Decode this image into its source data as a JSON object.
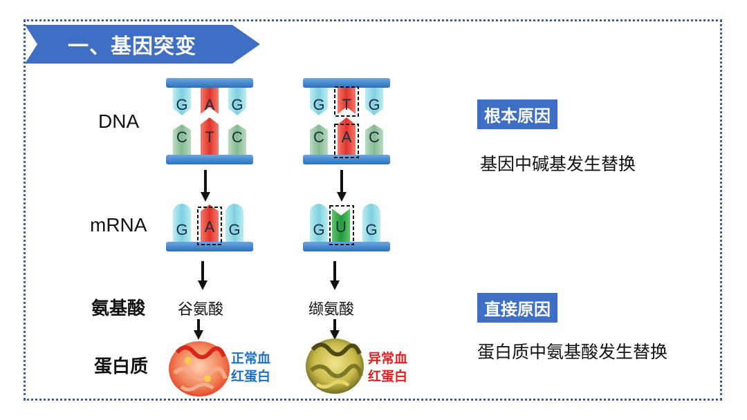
{
  "title": "一、基因突变",
  "rows": {
    "dna": "DNA",
    "mrna": "mRNA",
    "amino_acid": "氨基酸",
    "protein": "蛋白质"
  },
  "normal": {
    "dna_top": [
      "G",
      "A",
      "G"
    ],
    "dna_bottom": [
      "C",
      "T",
      "C"
    ],
    "mrna": [
      "G",
      "A",
      "G"
    ],
    "amino_acid": "谷氨酸",
    "protein_label_1": "正常血",
    "protein_label_2": "红蛋白"
  },
  "mutant": {
    "dna_top": [
      "G",
      "T",
      "G"
    ],
    "dna_bottom": [
      "C",
      "A",
      "C"
    ],
    "mrna": [
      "G",
      "U",
      "G"
    ],
    "amino_acid": "缬氨酸",
    "protein_label_1": "异常血",
    "protein_label_2": "红蛋白"
  },
  "fundamental": {
    "badge": "根本原因",
    "text": "基因中碱基发生替换"
  },
  "direct": {
    "badge": "直接原因",
    "text": "蛋白质中氨基酸发生替换"
  },
  "colors": {
    "frame": "#3b5fa3",
    "banner": "#3f6fc4",
    "rail": "#3e84cc",
    "base_g": "#8fd3e0",
    "base_c": "#8fbf9a",
    "base_red": "#e8433b",
    "base_green": "#33a84a",
    "normal_label": "#1f6fc4",
    "mutant_label": "#e02020"
  }
}
